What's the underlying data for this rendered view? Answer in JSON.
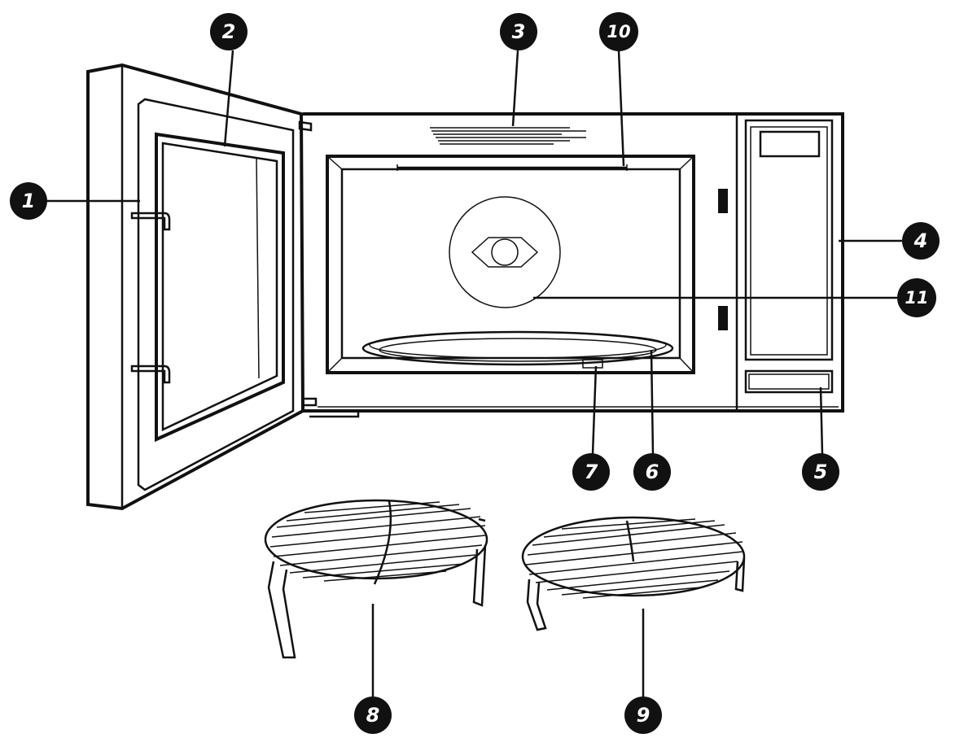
{
  "callouts": [
    {
      "id": "1",
      "label": "1"
    },
    {
      "id": "2",
      "label": "2"
    },
    {
      "id": "3",
      "label": "3"
    },
    {
      "id": "4",
      "label": "4"
    },
    {
      "id": "5",
      "label": "5"
    },
    {
      "id": "6",
      "label": "6"
    },
    {
      "id": "7",
      "label": "7"
    },
    {
      "id": "8",
      "label": "8"
    },
    {
      "id": "9",
      "label": "9"
    },
    {
      "id": "10",
      "label": "10"
    },
    {
      "id": "11",
      "label": "11"
    }
  ],
  "colors": {
    "ink": "#111111",
    "background": "#ffffff",
    "callout_fill": "#111111",
    "callout_text": "#ffffff"
  }
}
